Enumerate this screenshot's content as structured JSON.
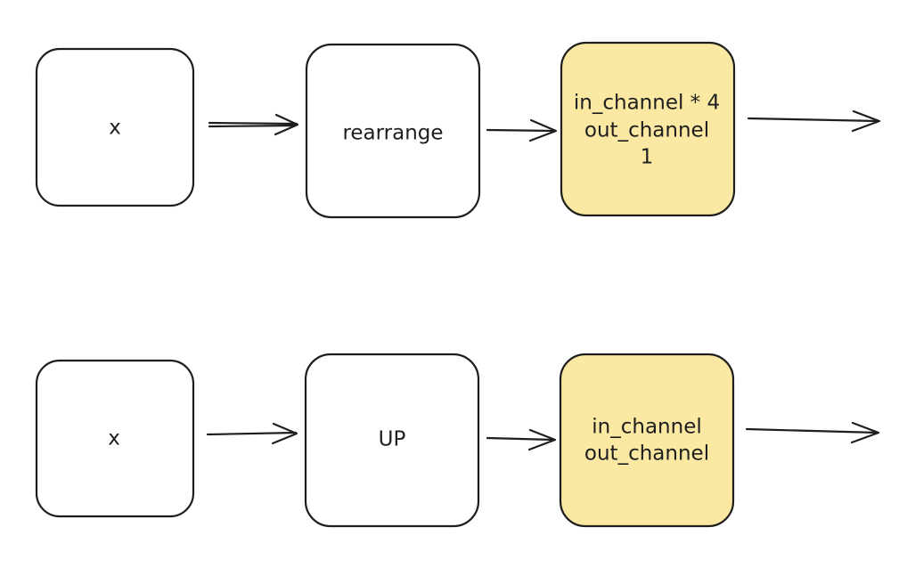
{
  "diagram": {
    "rows": [
      {
        "nodes": [
          {
            "id": "x",
            "lines": [
              "x"
            ],
            "highlight": false
          },
          {
            "id": "rearrange",
            "lines": [
              "rearrange"
            ],
            "highlight": false
          },
          {
            "id": "conv",
            "lines": [
              "in_channel * 4",
              "out_channel",
              "1"
            ],
            "highlight": true
          }
        ]
      },
      {
        "nodes": [
          {
            "id": "x",
            "lines": [
              "x"
            ],
            "highlight": false
          },
          {
            "id": "up",
            "lines": [
              "UP"
            ],
            "highlight": false
          },
          {
            "id": "conv",
            "lines": [
              "in_channel",
              "out_channel"
            ],
            "highlight": true
          }
        ]
      }
    ]
  },
  "colors": {
    "stroke": "#1e1e1e",
    "box_fill": "#ffffff",
    "highlight_fill": "#fbe8a3",
    "background": "#ffffff"
  }
}
